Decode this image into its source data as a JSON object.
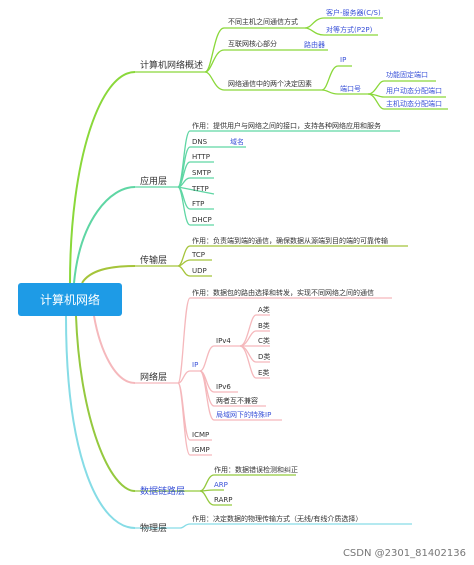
{
  "root": "计算机网络",
  "watermark": "CSDN @2301_81402136",
  "b1": {
    "label": "计算机网络概述",
    "c1": "不同主机之间通信方式",
    "c1a": "客户-服务器(C/S)",
    "c1b": "对等方式(P2P)",
    "c2": "互联网核心部分",
    "c2a": "路由器",
    "c3": "网络通信中的两个决定因素",
    "c3a": "IP",
    "c3b": "端口号",
    "c3b1": "功能固定端口",
    "c3b2": "用户动态分配端口",
    "c3b3": "主机动态分配端口"
  },
  "b2": {
    "label": "应用层",
    "role": "作用：提供用户与网络之间的接口，支持各种网络应用和服务",
    "dns": "DNS",
    "dns_child": "域名",
    "items": [
      "HTTP",
      "SMTP",
      "TFTP",
      "FTP",
      "DHCP"
    ]
  },
  "b3": {
    "label": "传输层",
    "role": "作用：负责端到端的通信，确保数据从源端到目的端的可靠传输",
    "items": [
      "TCP",
      "UDP"
    ]
  },
  "b4": {
    "label": "网络层",
    "role": "作用：数据包的路由选择和转发，实现不同网络之间的通信",
    "ip": "IP",
    "ipv4": "IPv4",
    "classes": [
      "A类",
      "B类",
      "C类",
      "D类",
      "E类"
    ],
    "ipv6": "IPv6",
    "compat": "两者互不兼容",
    "special": "局域网下的特殊IP",
    "icmp": "ICMP",
    "igmp": "IGMP"
  },
  "b5": {
    "label": "数据链路层",
    "role": "作用：数据错误检测和纠正",
    "arp": "ARP",
    "rarp": "RARP"
  },
  "b6": {
    "label": "物理层",
    "role": "作用：决定数据的物理传输方式（无线/有线介质选择）"
  },
  "colors": {
    "b1": "#8ad83a",
    "b2": "#5fd6a4",
    "b3": "#a5c43a",
    "b4": "#f5b8bc",
    "b5": "#95c93f",
    "b6": "#86dce6",
    "root": "#1e9be6",
    "link": "#3a52d8"
  }
}
